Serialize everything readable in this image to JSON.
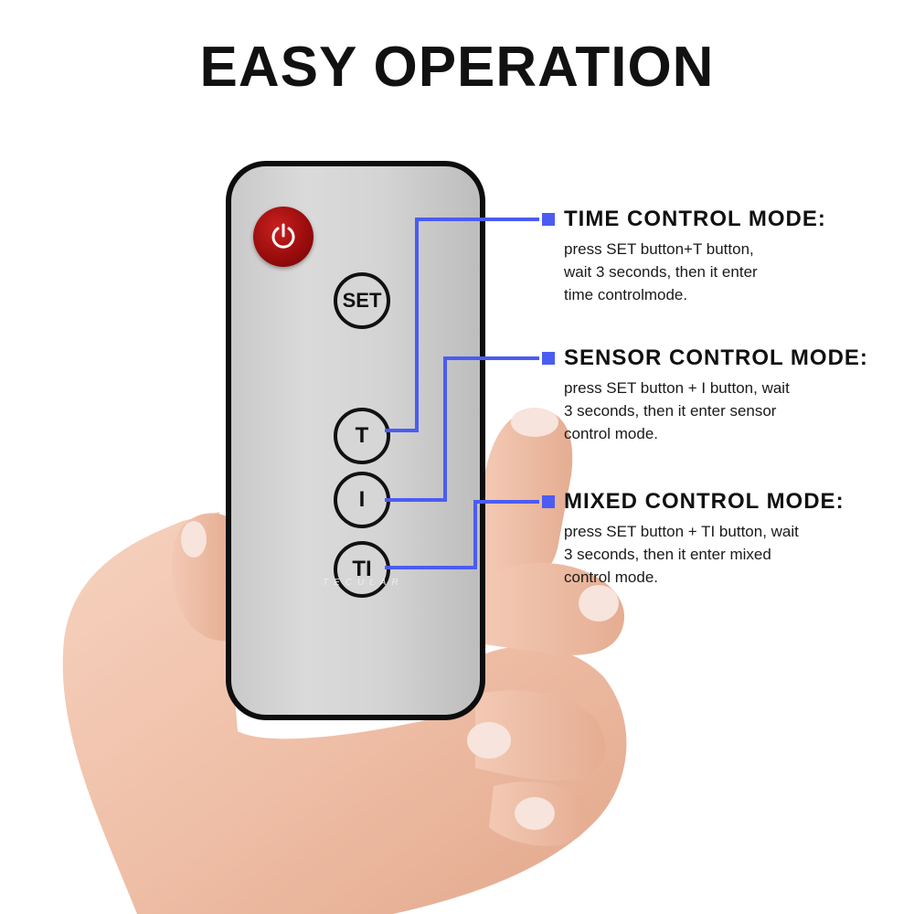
{
  "title": "EASY OPERATION",
  "remote": {
    "brand": "TECULAR",
    "buttons": {
      "set": "SET",
      "t": "T",
      "i": "I",
      "ti": "TI"
    },
    "power_icon": "power-icon",
    "power_color": "#a51111"
  },
  "accent_color": "#4b5cf2",
  "modes": [
    {
      "heading": "TIME CONTROL MODE:",
      "lines": [
        "press SET button+T button,",
        "wait 3 seconds, then it enter",
        "time controlmode."
      ]
    },
    {
      "heading": "SENSOR CONTROL MODE:",
      "lines": [
        "press SET button + I button, wait",
        "3 seconds, then it enter sensor",
        "control mode."
      ]
    },
    {
      "heading": "MIXED CONTROL MODE:",
      "lines": [
        "press SET button + TI button, wait",
        "3 seconds, then it enter mixed",
        "control mode."
      ]
    }
  ]
}
